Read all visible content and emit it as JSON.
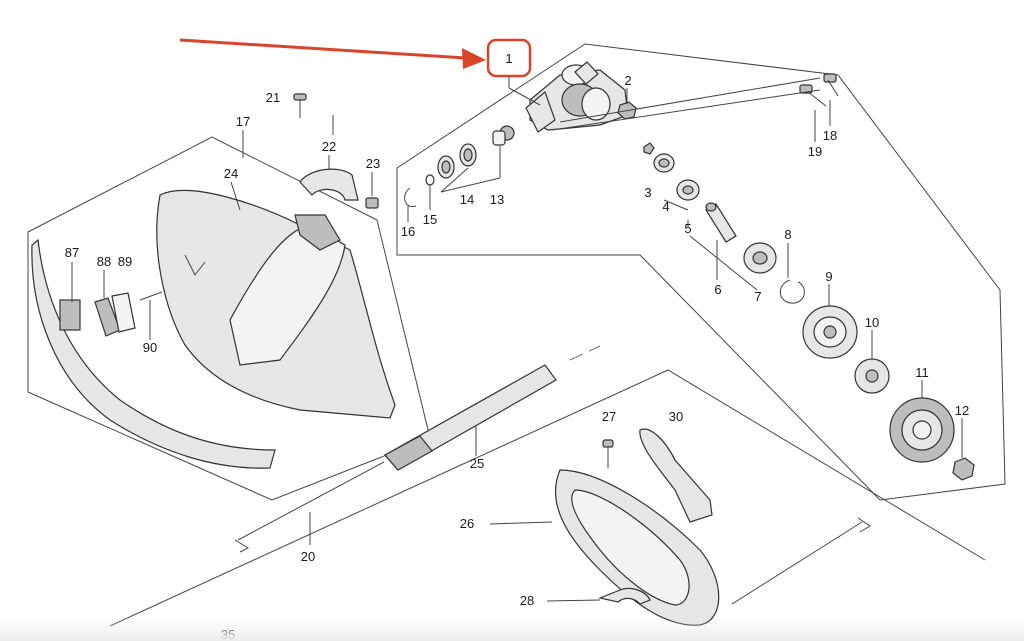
{
  "diagram": {
    "callouts": {
      "c1": "1",
      "c2": "2",
      "c3": "3",
      "c4": "4",
      "c5": "5",
      "c6": "6",
      "c7": "7",
      "c8": "8",
      "c9": "9",
      "c10": "10",
      "c11": "11",
      "c12": "12",
      "c13": "13",
      "c14": "14",
      "c15": "15",
      "c16": "16",
      "c17": "17",
      "c18": "18",
      "c19": "19",
      "c20": "20",
      "c21": "21",
      "c22": "22",
      "c23": "23",
      "c24": "24",
      "c25": "25",
      "c26": "26",
      "c27": "27",
      "c28": "28",
      "c30": "30",
      "c35": "35",
      "c87": "87",
      "c88": "88",
      "c89": "89",
      "c90": "90"
    },
    "highlight_color": "#d9442b"
  }
}
